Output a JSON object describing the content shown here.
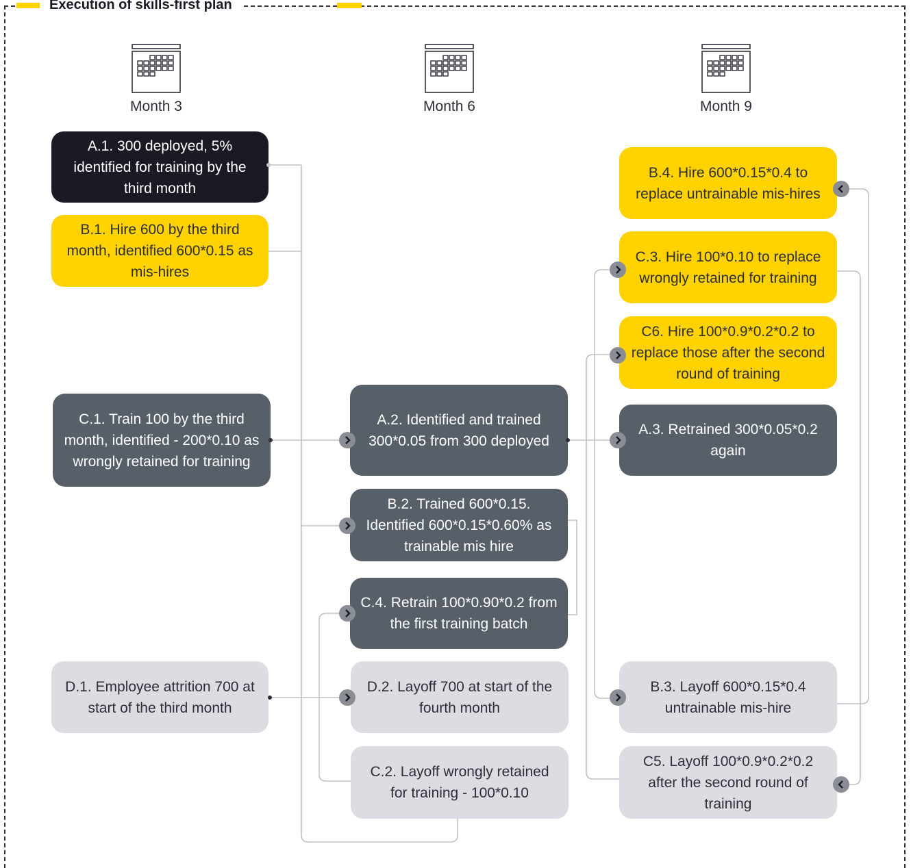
{
  "title": "Execution of skills-first plan",
  "colors": {
    "black": "#1a1a24",
    "yellow": "#ffd200",
    "slate": "#575f69",
    "light": "#dcdce2",
    "line": "#b4b4bc"
  },
  "icons": {
    "calendar": "calendar-icon",
    "chevron_right": "chevron-right-icon",
    "chevron_left": "chevron-left-icon"
  },
  "months": [
    "Month 3",
    "Month 6",
    "Month 9"
  ],
  "boxes": {
    "a1": "A.1. 300 deployed, 5% identified for training by the third month",
    "b1": "B.1. Hire 600 by the third month, identified 600*0.15 as mis-hires",
    "c1": "C.1. Train 100 by the third month, identified - 200*0.10 as wrongly retained for training",
    "d1": "D.1. Employee attrition 700 at start of the third month",
    "a2": "A.2. Identified and trained 300*0.05 from 300 deployed",
    "b2": "B.2. Trained 600*0.15. Identified 600*0.15*0.60% as trainable mis hire",
    "c4": "C.4. Retrain 100*0.90*0.2 from the first training batch",
    "d2": "D.2. Layoff 700 at start of the fourth month",
    "c2": "C.2. Layoff wrongly retained for training - 100*0.10",
    "b4": "B.4. Hire 600*0.15*0.4 to replace untrainable mis-hires",
    "c3": "C.3. Hire 100*0.10 to replace wrongly retained for training",
    "c6": "C6. Hire 100*0.9*0.2*0.2 to replace those after the second round of training",
    "a3": "A.3. Retrained 300*0.05*0.2 again",
    "b3": "B.3. Layoff 600*0.15*0.4 untrainable mis-hire",
    "c5": "C5. Layoff 100*0.9*0.2*0.2 after the second round of training"
  }
}
